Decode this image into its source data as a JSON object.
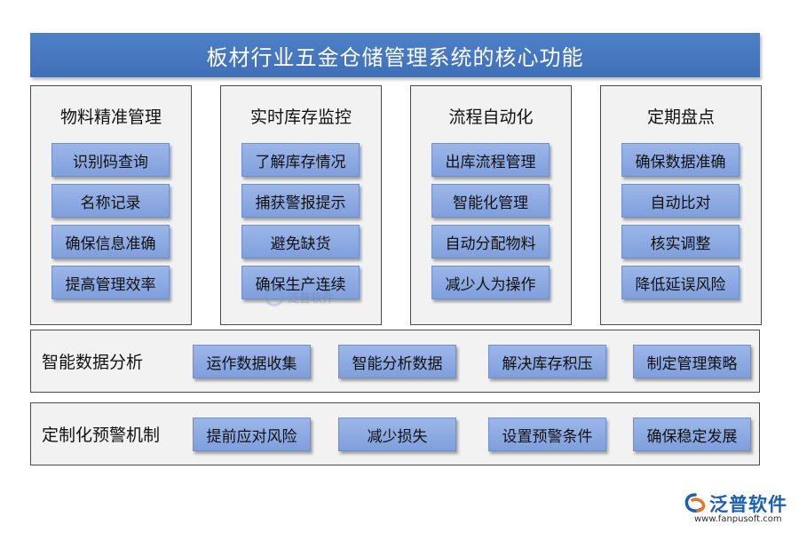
{
  "title": "板材行业五金仓储管理系统的核心功能",
  "columns": [
    {
      "title": "物料精准管理",
      "items": [
        "识别码查询",
        "名称记录",
        "确保信息准确",
        "提高管理效率"
      ]
    },
    {
      "title": "实时库存监控",
      "items": [
        "了解库存情况",
        "捕获警报提示",
        "避免缺货",
        "确保生产连续"
      ]
    },
    {
      "title": "流程自动化",
      "items": [
        "出库流程管理",
        "智能化管理",
        "自动分配物料",
        "减少人为操作"
      ]
    },
    {
      "title": "定期盘点",
      "items": [
        "确保数据准确",
        "自动比对",
        "核实调整",
        "降低延误风险"
      ]
    }
  ],
  "rows": [
    {
      "title": "智能数据分析",
      "items": [
        "运作数据收集",
        "智能分析数据",
        "解决库存积压",
        "制定管理策略"
      ]
    },
    {
      "title": "定制化预警机制",
      "items": [
        "提前应对风险",
        "减少损失",
        "设置预警条件",
        "确保稳定发展"
      ]
    }
  ],
  "logo": {
    "name": "泛普软件",
    "url": "www.fanpusoft.com",
    "icon": "fanpu-logo-icon"
  },
  "colors": {
    "title_bar": "#4472c4",
    "chip": "#8eaadb",
    "panel": "#f2f2f2"
  }
}
